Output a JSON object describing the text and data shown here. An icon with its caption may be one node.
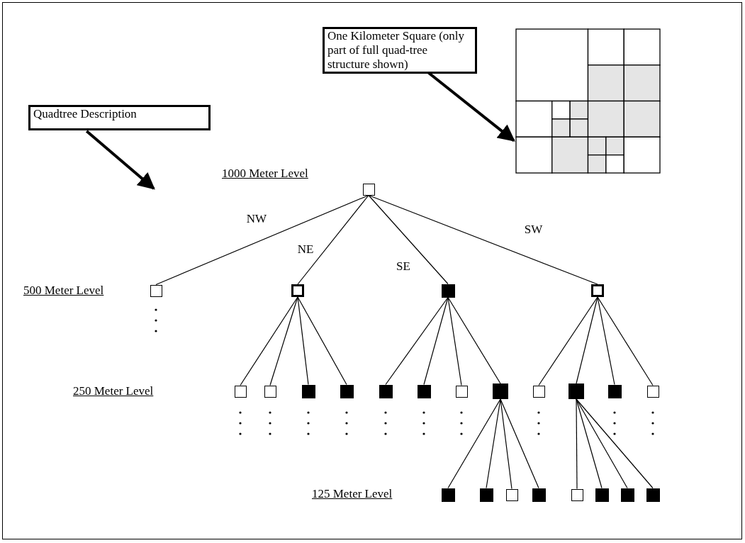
{
  "diagram": {
    "nodes": [
      {
        "text": [
          "One Kilometer Square (only part of full quad-tree structure shown)"
        ]
      },
      {
        "text": [],
        "shape": "picture"
      },
      {
        "text": [
          "Quadtree Description"
        ]
      },
      {
        "text": [],
        "shape": "square"
      },
      {
        "text": [],
        "shape": "square"
      },
      {
        "text": [],
        "shape": "bold-square"
      },
      {
        "text": [],
        "shape": "filled-square"
      },
      {
        "text": [],
        "shape": "bold-square"
      },
      {
        "text": [],
        "shape": "square"
      },
      {
        "text": [],
        "shape": "square"
      },
      {
        "text": [],
        "shape": "filled-square"
      },
      {
        "text": [],
        "shape": "filled-square"
      },
      {
        "text": [],
        "shape": "filled-square"
      },
      {
        "text": [],
        "shape": "filled-square"
      },
      {
        "text": [],
        "shape": "square"
      },
      {
        "text": [],
        "shape": "filled-square"
      },
      {
        "text": [],
        "shape": "square"
      },
      {
        "text": [],
        "shape": "filled-square"
      },
      {
        "text": [],
        "shape": "filled-square"
      },
      {
        "text": [],
        "shape": "square"
      },
      {
        "text": [],
        "shape": "filled-square"
      },
      {
        "text": [],
        "shape": "filled-square"
      },
      {
        "text": [],
        "shape": "square"
      },
      {
        "text": [],
        "shape": "filled-square"
      },
      {
        "text": [],
        "shape": "square"
      },
      {
        "text": [],
        "shape": "filled-square"
      },
      {
        "text": [],
        "shape": "filled-square"
      },
      {
        "text": [],
        "shape": "filled-square"
      }
    ],
    "edges": [
      {
        "from": 0,
        "to": 1,
        "arrow": "to",
        "style": "thick"
      },
      {
        "from": 2,
        "to": null,
        "arrow": "to",
        "style": "thick"
      },
      {
        "from": 3,
        "to": 4,
        "arrow": "none",
        "label": "NW"
      },
      {
        "from": 3,
        "to": 5,
        "arrow": "none",
        "label": "NE"
      },
      {
        "from": 3,
        "to": 6,
        "arrow": "none",
        "label": "SE"
      },
      {
        "from": 3,
        "to": 7,
        "arrow": "none",
        "label": "SW"
      },
      {
        "from": 5,
        "to": 8,
        "arrow": "none"
      },
      {
        "from": 5,
        "to": 9,
        "arrow": "none"
      },
      {
        "from": 5,
        "to": 10,
        "arrow": "none"
      },
      {
        "from": 5,
        "to": 11,
        "arrow": "none"
      },
      {
        "from": 6,
        "to": 12,
        "arrow": "none"
      },
      {
        "from": 6,
        "to": 13,
        "arrow": "none"
      },
      {
        "from": 6,
        "to": 14,
        "arrow": "none"
      },
      {
        "from": 6,
        "to": 15,
        "arrow": "none"
      },
      {
        "from": 7,
        "to": 16,
        "arrow": "none"
      },
      {
        "from": 7,
        "to": 17,
        "arrow": "none"
      },
      {
        "from": 7,
        "to": 18,
        "arrow": "none"
      },
      {
        "from": 7,
        "to": 19,
        "arrow": "none"
      },
      {
        "from": 15,
        "to": 20,
        "arrow": "none"
      },
      {
        "from": 15,
        "to": 21,
        "arrow": "none"
      },
      {
        "from": 15,
        "to": 22,
        "arrow": "none"
      },
      {
        "from": 15,
        "to": 23,
        "arrow": "none"
      },
      {
        "from": 17,
        "to": 24,
        "arrow": "none"
      },
      {
        "from": 17,
        "to": 25,
        "arrow": "none"
      },
      {
        "from": 17,
        "to": 26,
        "arrow": "none"
      },
      {
        "from": 17,
        "to": 27,
        "arrow": "none"
      }
    ],
    "labels": [
      "1000 Meter Level",
      "500 Meter Level",
      "250 Meter Level",
      "125 Meter Level"
    ]
  }
}
